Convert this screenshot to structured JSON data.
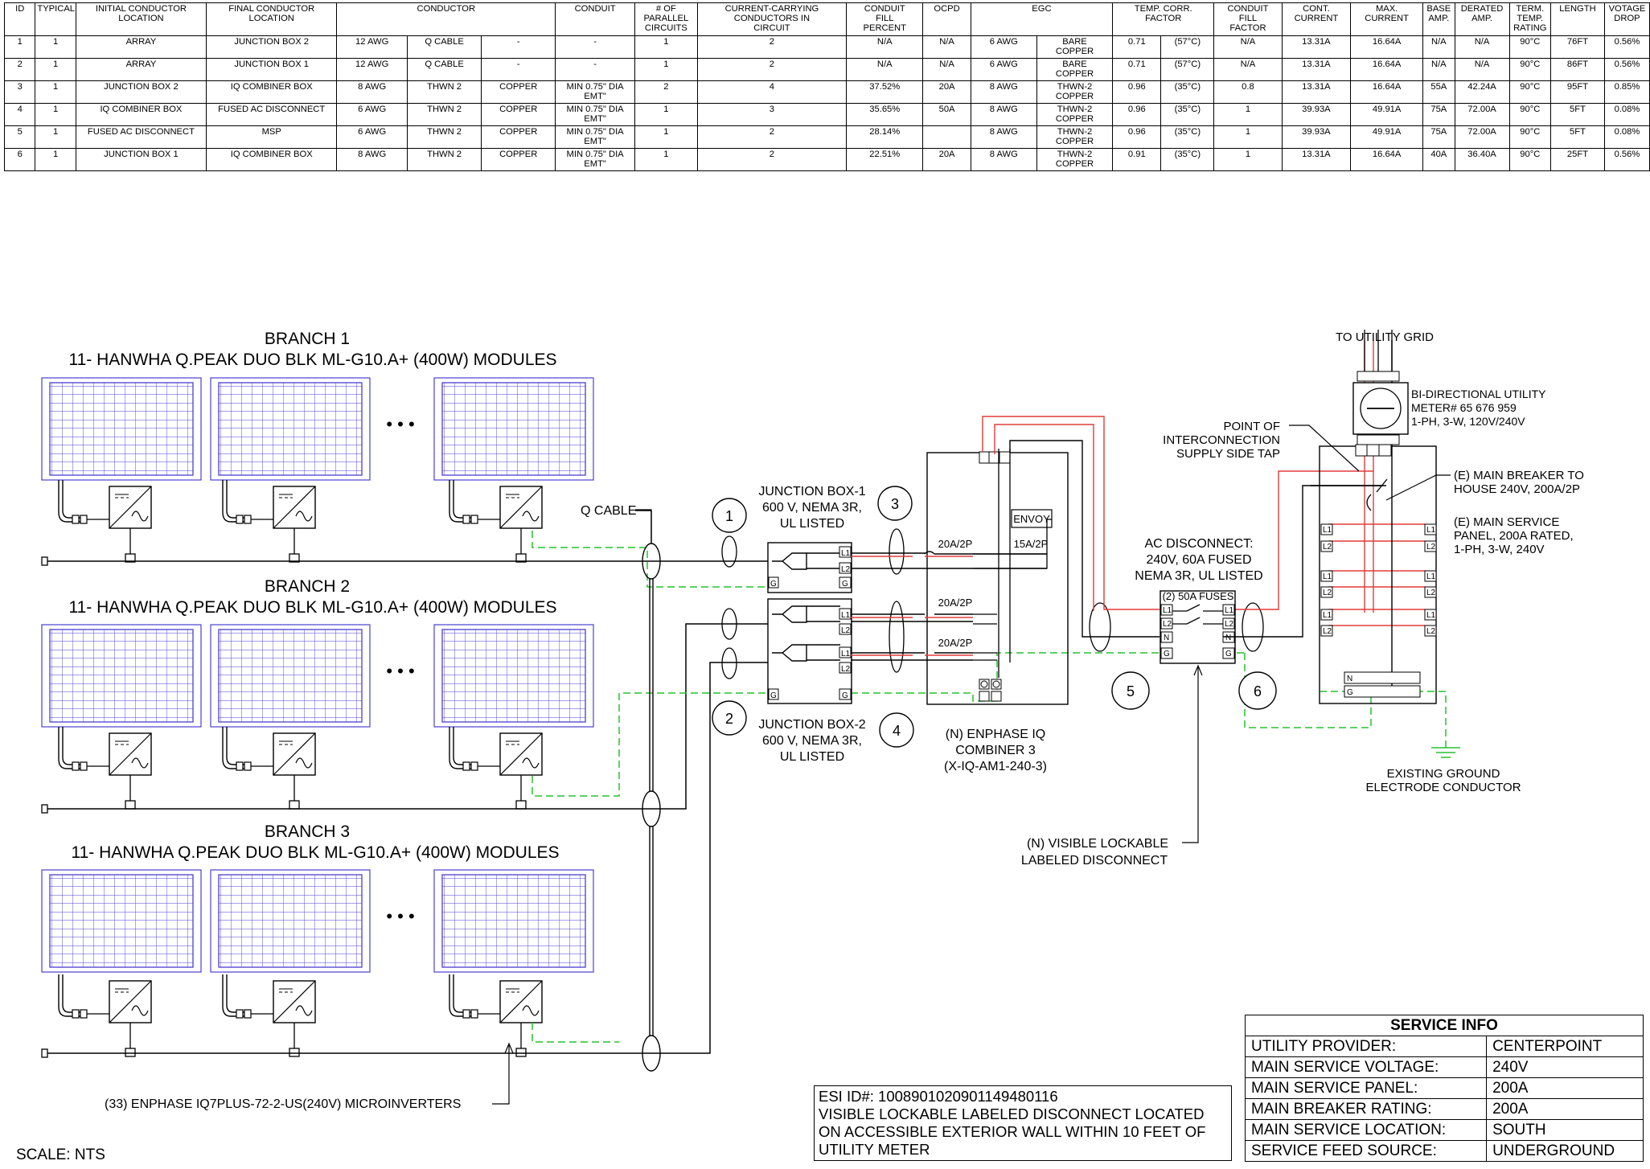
{
  "table": {
    "headers": [
      "ID",
      "TYPICAL",
      "INITIAL CONDUCTOR\nLOCATION",
      "FINAL CONDUCTOR\nLOCATION",
      "CONDUCTOR",
      "CONDUIT",
      "# OF\nPARALLEL\nCIRCUITS",
      "CURRENT-CARRYING\nCONDUCTORS IN\nCIRCUIT",
      "CONDUIT\nFILL\nPERCENT",
      "OCPD",
      "EGC",
      "TEMP. CORR.\nFACTOR",
      "CONDUIT\nFILL\nFACTOR",
      "CONT.\nCURRENT",
      "MAX.\nCURRENT",
      "BASE\nAMP.",
      "DERATED\nAMP.",
      "TERM.\nTEMP.\nRATING",
      "LENGTH",
      "VOTAGE\nDROP"
    ],
    "rows": [
      [
        "1",
        "1",
        "ARRAY",
        "JUNCTION BOX 2",
        "12 AWG",
        "Q CABLE",
        "-",
        "-",
        "1",
        "2",
        "N/A",
        "N/A",
        "6 AWG",
        "BARE\nCOPPER",
        "0.71",
        "(57°C)",
        "N/A",
        "13.31A",
        "16.64A",
        "N/A",
        "N/A",
        "90°C",
        "76FT",
        "0.56%"
      ],
      [
        "2",
        "1",
        "ARRAY",
        "JUNCTION BOX 1",
        "12 AWG",
        "Q CABLE",
        "-",
        "-",
        "1",
        "2",
        "N/A",
        "N/A",
        "6 AWG",
        "BARE\nCOPPER",
        "0.71",
        "(57°C)",
        "N/A",
        "13.31A",
        "16.64A",
        "N/A",
        "N/A",
        "90°C",
        "86FT",
        "0.56%"
      ],
      [
        "3",
        "1",
        "JUNCTION BOX 2",
        "IQ COMBINER BOX",
        "8 AWG",
        "THWN 2",
        "COPPER",
        "MIN 0.75\" DIA\nEMT\"",
        "2",
        "4",
        "37.52%",
        "20A",
        "8 AWG",
        "THWN-2\nCOPPER",
        "0.96",
        "(35°C)",
        "0.8",
        "13.31A",
        "16.64A",
        "55A",
        "42.24A",
        "90°C",
        "95FT",
        "0.85%"
      ],
      [
        "4",
        "1",
        "IQ COMBINER BOX",
        "FUSED AC DISCONNECT",
        "6 AWG",
        "THWN 2",
        "COPPER",
        "MIN 0.75\" DIA\nEMT\"",
        "1",
        "3",
        "35.65%",
        "50A",
        "8 AWG",
        "THWN-2\nCOPPER",
        "0.96",
        "(35°C)",
        "1",
        "39.93A",
        "49.91A",
        "75A",
        "72.00A",
        "90°C",
        "5FT",
        "0.08%"
      ],
      [
        "5",
        "1",
        "FUSED AC DISCONNECT",
        "MSP",
        "6 AWG",
        "THWN 2",
        "COPPER",
        "MIN 0.75\" DIA\nEMT\"",
        "1",
        "2",
        "28.14%",
        "",
        "8 AWG",
        "THWN-2\nCOPPER",
        "0.96",
        "(35°C)",
        "1",
        "39.93A",
        "49.91A",
        "75A",
        "72.00A",
        "90°C",
        "5FT",
        "0.08%"
      ],
      [
        "6",
        "1",
        "JUNCTION BOX 1",
        "IQ COMBINER BOX",
        "8 AWG",
        "THWN 2",
        "COPPER",
        "MIN 0.75\" DIA\nEMT\"",
        "1",
        "2",
        "22.51%",
        "20A",
        "8 AWG",
        "THWN-2\nCOPPER",
        "0.91",
        "(35°C)",
        "1",
        "13.31A",
        "16.64A",
        "40A",
        "36.40A",
        "90°C",
        "25FT",
        "0.56%"
      ]
    ]
  },
  "branches": [
    {
      "title": "BRANCH 1",
      "modules": "11- HANWHA Q.PEAK DUO BLK ML-G10.A+ (400W) MODULES"
    },
    {
      "title": "BRANCH 2",
      "modules": "11- HANWHA Q.PEAK DUO BLK ML-G10.A+ (400W) MODULES"
    },
    {
      "title": "BRANCH 3",
      "modules": "11- HANWHA Q.PEAK DUO BLK ML-G10.A+ (400W) MODULES"
    }
  ],
  "labels": {
    "ellipsis": "• • •",
    "q_cable": "Q CABLE",
    "jb1": [
      "JUNCTION BOX-1",
      "600 V, NEMA 3R,",
      "UL LISTED"
    ],
    "jb2": [
      "JUNCTION BOX-2",
      "600 V, NEMA 3R,",
      "UL LISTED"
    ],
    "combiner": [
      "(N) ENPHASE IQ",
      "COMBINER 3",
      "(X-IQ-AM1-240-3)"
    ],
    "envoy": "ENVOY",
    "breaker_15": "15A/2P",
    "breaker_20": "20A/2P",
    "ac_disconnect": [
      "AC DISCONNECT:",
      "240V, 60A FUSED",
      "NEMA 3R, UL LISTED"
    ],
    "fuses": "(2) 50A FUSES",
    "utility_grid": "TO UTILITY GRID",
    "meter": [
      "BI-DIRECTIONAL UTILITY",
      "METER# 65 676 959",
      "1-PH, 3-W, 120V/240V"
    ],
    "interconnection": [
      "POINT OF",
      "INTERCONNECTION",
      "SUPPLY SIDE TAP"
    ],
    "main_breaker": [
      "(E) MAIN BREAKER TO",
      "HOUSE 240V, 200A/2P"
    ],
    "main_panel": [
      "(E) MAIN SERVICE",
      "PANEL, 200A RATED,",
      "1-PH, 3-W, 240V"
    ],
    "ground": [
      "EXISTING GROUND",
      "ELECTRODE CONDUCTOR"
    ],
    "visible_disconnect": [
      "(N) VISIBLE LOCKABLE",
      "LABELED DISCONNECT"
    ],
    "microinverters": "(33) ENPHASE IQ7PLUS-72-2-US(240V) MICROINVERTERS",
    "terminal_l1": "L1",
    "terminal_l2": "L2",
    "terminal_n": "N",
    "terminal_g": "G",
    "tags": [
      "1",
      "2",
      "3",
      "4",
      "5",
      "6"
    ]
  },
  "service_info": {
    "title": "SERVICE INFO",
    "rows": [
      [
        "UTILITY PROVIDER:",
        "CENTERPOINT"
      ],
      [
        "MAIN SERVICE VOLTAGE:",
        "240V"
      ],
      [
        "MAIN SERVICE PANEL:",
        "200A"
      ],
      [
        "MAIN BREAKER RATING:",
        "200A"
      ],
      [
        "MAIN SERVICE LOCATION:",
        "SOUTH"
      ],
      [
        "SERVICE FEED SOURCE:",
        "UNDERGROUND"
      ]
    ]
  },
  "esi_note": {
    "id": "ESI ID#: 1008901020901149480116",
    "text": "VISIBLE LOCKABLE LABELED DISCONNECT LOCATED ON ACCESSIBLE EXTERIOR WALL WITHIN 10 FEET OF UTILITY METER"
  },
  "scale": "SCALE: NTS",
  "colors": {
    "module": "#4b3fd0",
    "hot": "#e23b3b",
    "ground": "#27c22f",
    "wire": "#000000"
  }
}
